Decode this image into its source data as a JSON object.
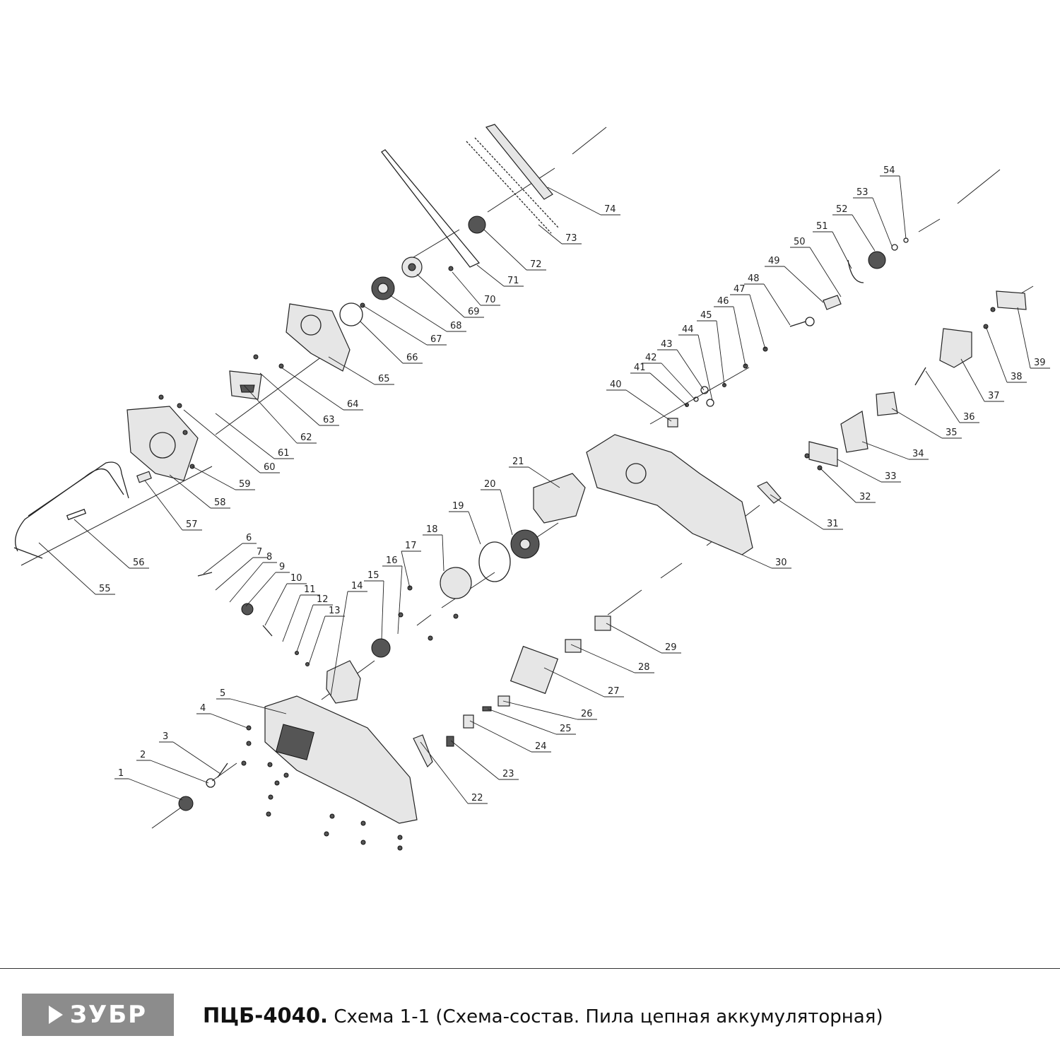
{
  "footer": {
    "brand": "ЗУБР",
    "model": "ПЦБ-4040.",
    "caption": "Схема 1-1 (Схема-состав. Пила цепная аккумуляторная)"
  },
  "parts": [
    "1",
    "2",
    "3",
    "4",
    "5",
    "6",
    "7",
    "8",
    "9",
    "10",
    "11",
    "12",
    "13",
    "14",
    "15",
    "16",
    "17",
    "18",
    "19",
    "20",
    "21",
    "22",
    "23",
    "24",
    "25",
    "26",
    "27",
    "28",
    "29",
    "30",
    "31",
    "32",
    "33",
    "34",
    "35",
    "36",
    "37",
    "38",
    "39",
    "40",
    "41",
    "42",
    "43",
    "44",
    "45",
    "46",
    "47",
    "48",
    "49",
    "50",
    "51",
    "52",
    "53",
    "54",
    "55",
    "56",
    "57",
    "58",
    "59",
    "60",
    "61",
    "62",
    "63",
    "64",
    "65",
    "66",
    "67",
    "68",
    "69",
    "70",
    "71",
    "72",
    "73",
    "74"
  ]
}
